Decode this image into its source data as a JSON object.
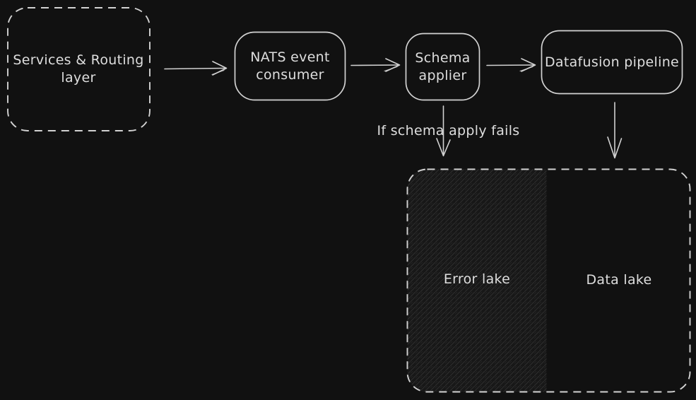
{
  "diagram": {
    "nodes": {
      "services": {
        "label": "Services & Routing layer"
      },
      "nats": {
        "label": "NATS event consumer"
      },
      "schema": {
        "label": "Schema applier"
      },
      "datafusion": {
        "label": "Datafusion pipeline"
      },
      "error_lake": {
        "label": "Error lake"
      },
      "data_lake": {
        "label": "Data lake"
      }
    },
    "annotations": {
      "fail_condition": "If schema apply fails"
    }
  },
  "colors": {
    "background": "#111111",
    "stroke": "#d2d2d2",
    "text": "#dedede",
    "hatch_background": "#171717",
    "hatch_line": "#2d2d2d"
  }
}
